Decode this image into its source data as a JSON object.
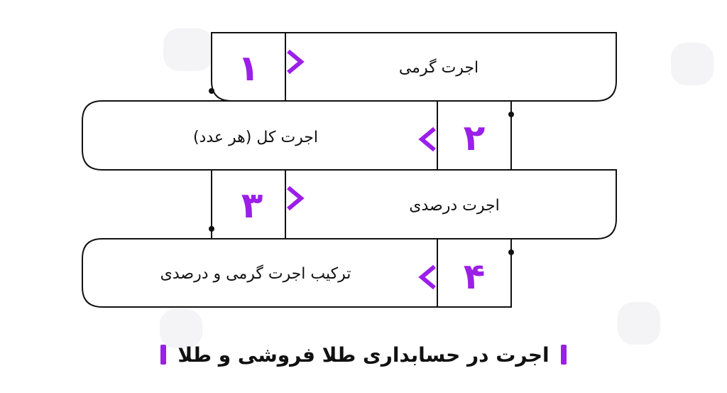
{
  "steps": [
    {
      "number": "۱",
      "label": "اجرت گرمی"
    },
    {
      "number": "۲",
      "label": "اجرت کل (هر عدد)"
    },
    {
      "number": "۳",
      "label": "اجرت درصدی"
    },
    {
      "number": "۴",
      "label": "ترکیب اجرت گرمی و درصدی"
    }
  ],
  "footer": {
    "title": "اجرت در حسابداری طلا فروشی و طلا"
  },
  "colors": {
    "accent": "#9b1fe8",
    "outline": "#111111",
    "watermark": "#f4f4f6"
  }
}
